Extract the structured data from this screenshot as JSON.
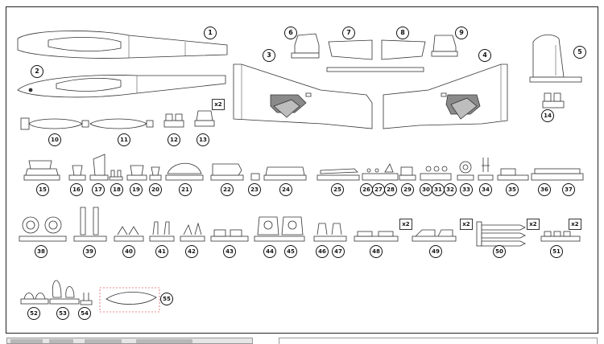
{
  "diagram": {
    "callouts": [
      "1",
      "2",
      "3",
      "4",
      "5",
      "6",
      "7",
      "8",
      "9",
      "10",
      "11",
      "12",
      "13",
      "14",
      "15",
      "16",
      "17",
      "18",
      "19",
      "20",
      "21",
      "22",
      "23",
      "24",
      "25",
      "26",
      "27",
      "28",
      "29",
      "30",
      "31",
      "32",
      "33",
      "34",
      "35",
      "36",
      "37",
      "38",
      "39",
      "40",
      "41",
      "42",
      "43",
      "44",
      "45",
      "46",
      "47",
      "48",
      "49",
      "50",
      "51",
      "52",
      "53",
      "54",
      "55"
    ],
    "quantities": {
      "q13": "x2",
      "q48": "x2",
      "q49": "x2",
      "q50": "x2",
      "q51": "x2"
    },
    "colors": {
      "line": "#333333",
      "fill": "#ffffff",
      "shade": "#bdbdbd",
      "dark": "#8a8a8a",
      "canopy_outline": "#e06060"
    }
  }
}
